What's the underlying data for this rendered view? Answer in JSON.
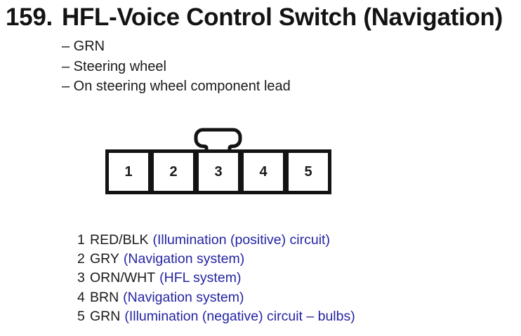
{
  "document": {
    "item_number": "159.",
    "title": "HFL-Voice Control Switch (Navigation)",
    "notes": [
      "– GRN",
      "– Steering wheel",
      "– On steering wheel component lead"
    ]
  },
  "connector": {
    "cells": [
      "1",
      "2",
      "3",
      "4",
      "5"
    ]
  },
  "pins": [
    {
      "number": "1",
      "wire_color": "RED/BLK",
      "circuit": "(Illumination (positive) circuit)"
    },
    {
      "number": "2",
      "wire_color": "GRY",
      "circuit": "(Navigation system)"
    },
    {
      "number": "3",
      "wire_color": "ORN/WHT",
      "circuit": "(HFL system)"
    },
    {
      "number": "4",
      "wire_color": "BRN",
      "circuit": "(Navigation system)"
    },
    {
      "number": "5",
      "wire_color": "GRN",
      "circuit": "(Illumination (negative) circuit – bulbs)"
    }
  ],
  "colors": {
    "ink": "#1a1a1a",
    "circuit_blue": "#2424a3",
    "background": "#ffffff"
  }
}
